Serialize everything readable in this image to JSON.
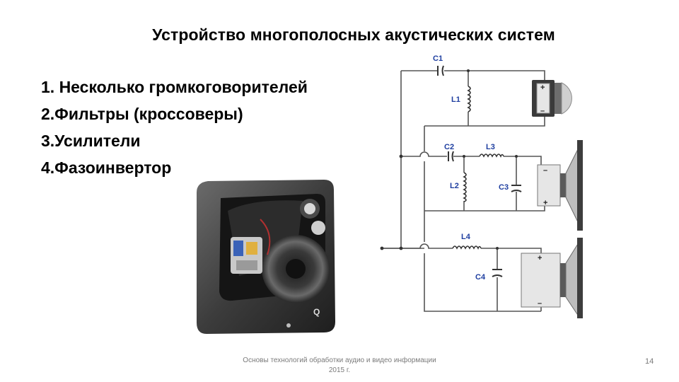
{
  "slide": {
    "title": "Устройство  многополосных акустических систем",
    "items": [
      "1. Несколько громкоговорителей",
      "2.Фильтры (кроссоверы)",
      "3.Усилители",
      "4.Фазоинвертор"
    ],
    "footer_line1": "Основы технологий обработки аудио и видео информации",
    "footer_line2": "2015 г.",
    "page_number": "14"
  },
  "schematic": {
    "labels": {
      "c1": "C1",
      "l1": "L1",
      "c2": "C2",
      "l3": "L3",
      "l2": "L2",
      "c3": "C3",
      "l4": "L4",
      "c4": "C4"
    },
    "label_color": "#1e3ea0",
    "terminal_plus": "+",
    "terminal_minus": "–"
  },
  "photo": {
    "logo_letter": "Q"
  }
}
